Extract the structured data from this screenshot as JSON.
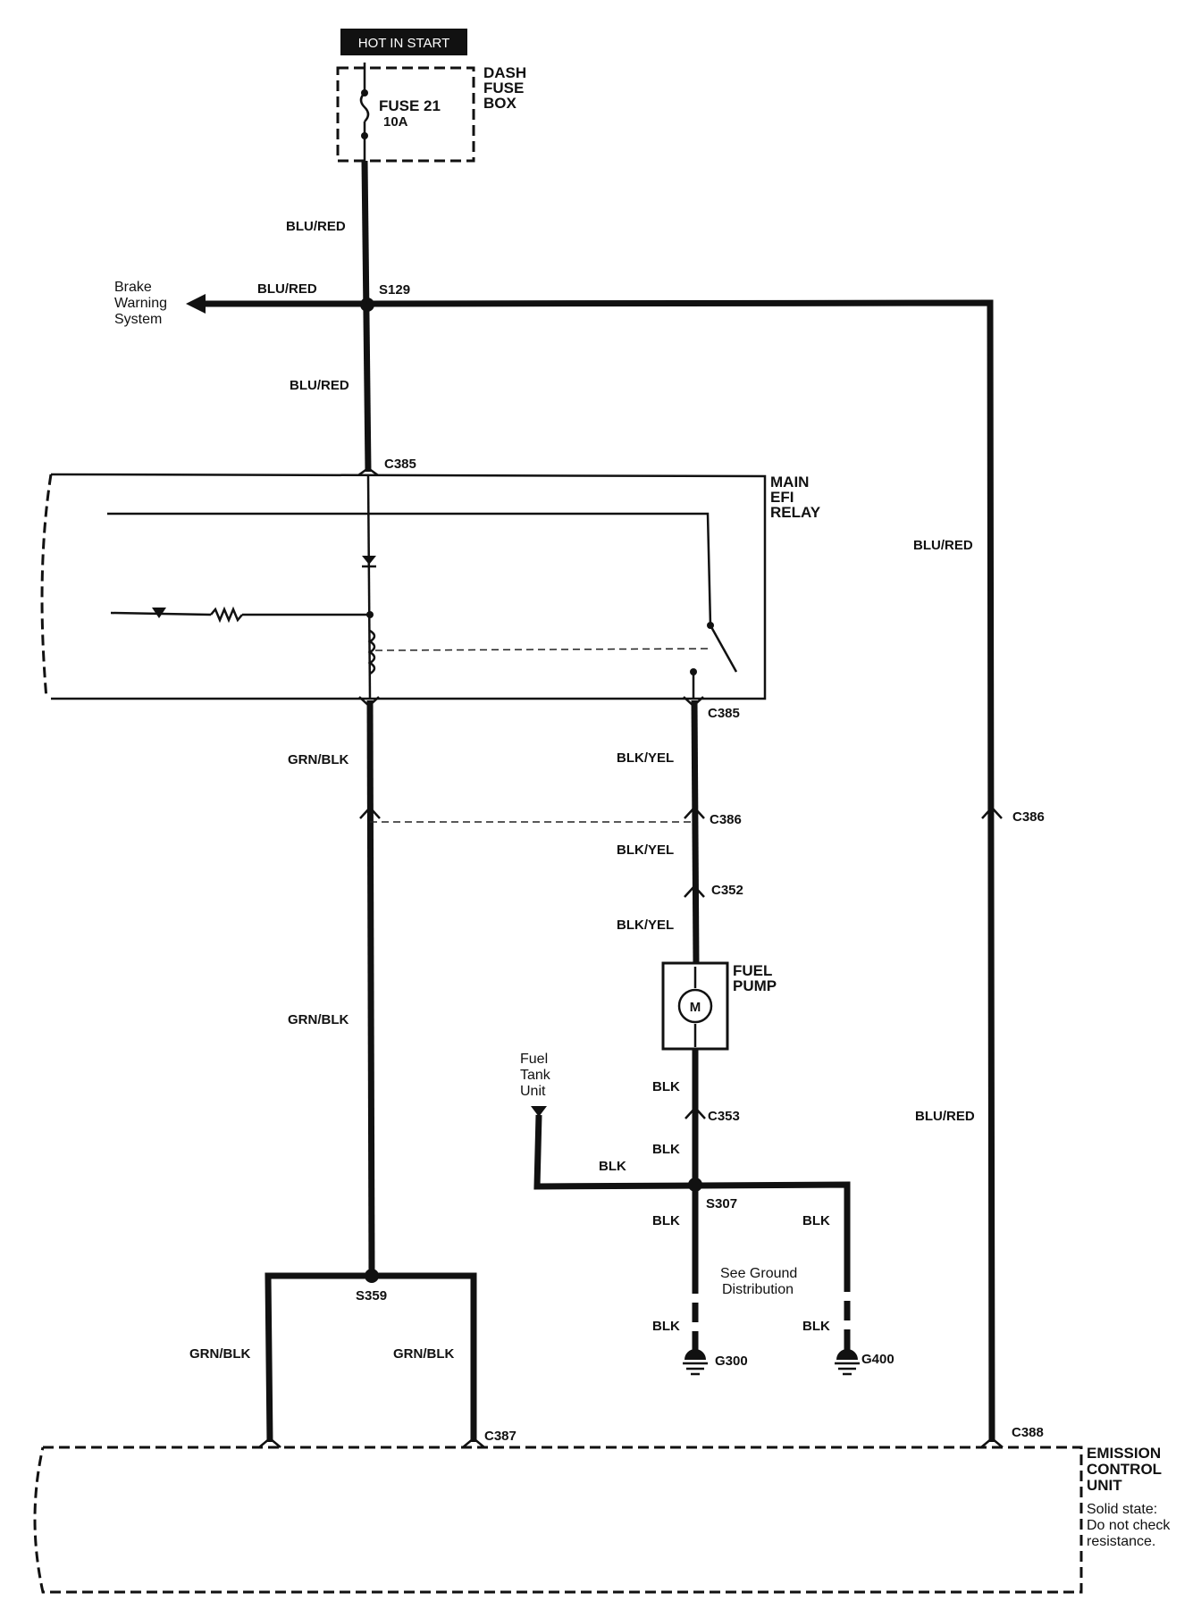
{
  "power_label": "HOT IN START",
  "fuse_box": {
    "l1": "DASH",
    "l2": "FUSE",
    "l3": "BOX",
    "fuse": "FUSE 21",
    "rating": "10A"
  },
  "brake": {
    "l1": "Brake",
    "l2": "Warning",
    "l3": "System"
  },
  "relay": {
    "l1": "MAIN",
    "l2": "EFI",
    "l3": "RELAY"
  },
  "pump": {
    "l1": "FUEL",
    "l2": "PUMP",
    "motor": "M"
  },
  "tank": {
    "l1": "Fuel",
    "l2": "Tank",
    "l3": "Unit"
  },
  "ground_note": {
    "l1": "See Ground",
    "l2": "Distribution"
  },
  "ecu": {
    "l1": "EMISSION",
    "l2": "CONTROL",
    "l3": "UNIT",
    "n1": "Solid state:",
    "n2": "Do not check",
    "n3": "resistance."
  },
  "wires": {
    "blu_red": "BLU/RED",
    "grn_blk": "GRN/BLK",
    "blk_yel": "BLK/YEL",
    "blk": "BLK"
  },
  "connectors": {
    "s129": "S129",
    "c385": "C385",
    "c386": "C386",
    "c352": "C352",
    "c353": "C353",
    "s307": "S307",
    "s359": "S359",
    "c387": "C387",
    "c388": "C388",
    "g300": "G300",
    "g400": "G400"
  }
}
